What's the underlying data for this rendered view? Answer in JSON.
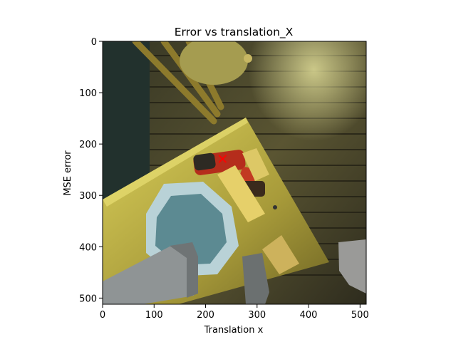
{
  "chart_data": {
    "type": "scatter",
    "title": "Error vs translation_X",
    "xlabel": "Translation x",
    "ylabel": "MSE error",
    "xlim": [
      0,
      512
    ],
    "ylim": [
      512,
      0
    ],
    "xticks": [
      0,
      100,
      200,
      300,
      400,
      500
    ],
    "yticks": [
      0,
      100,
      200,
      300,
      400,
      500
    ],
    "grid": false,
    "background": "image",
    "series": [
      {
        "marker": "x",
        "color": "#ff0000",
        "points": [
          {
            "x": 233,
            "y": 229
          }
        ]
      }
    ]
  }
}
